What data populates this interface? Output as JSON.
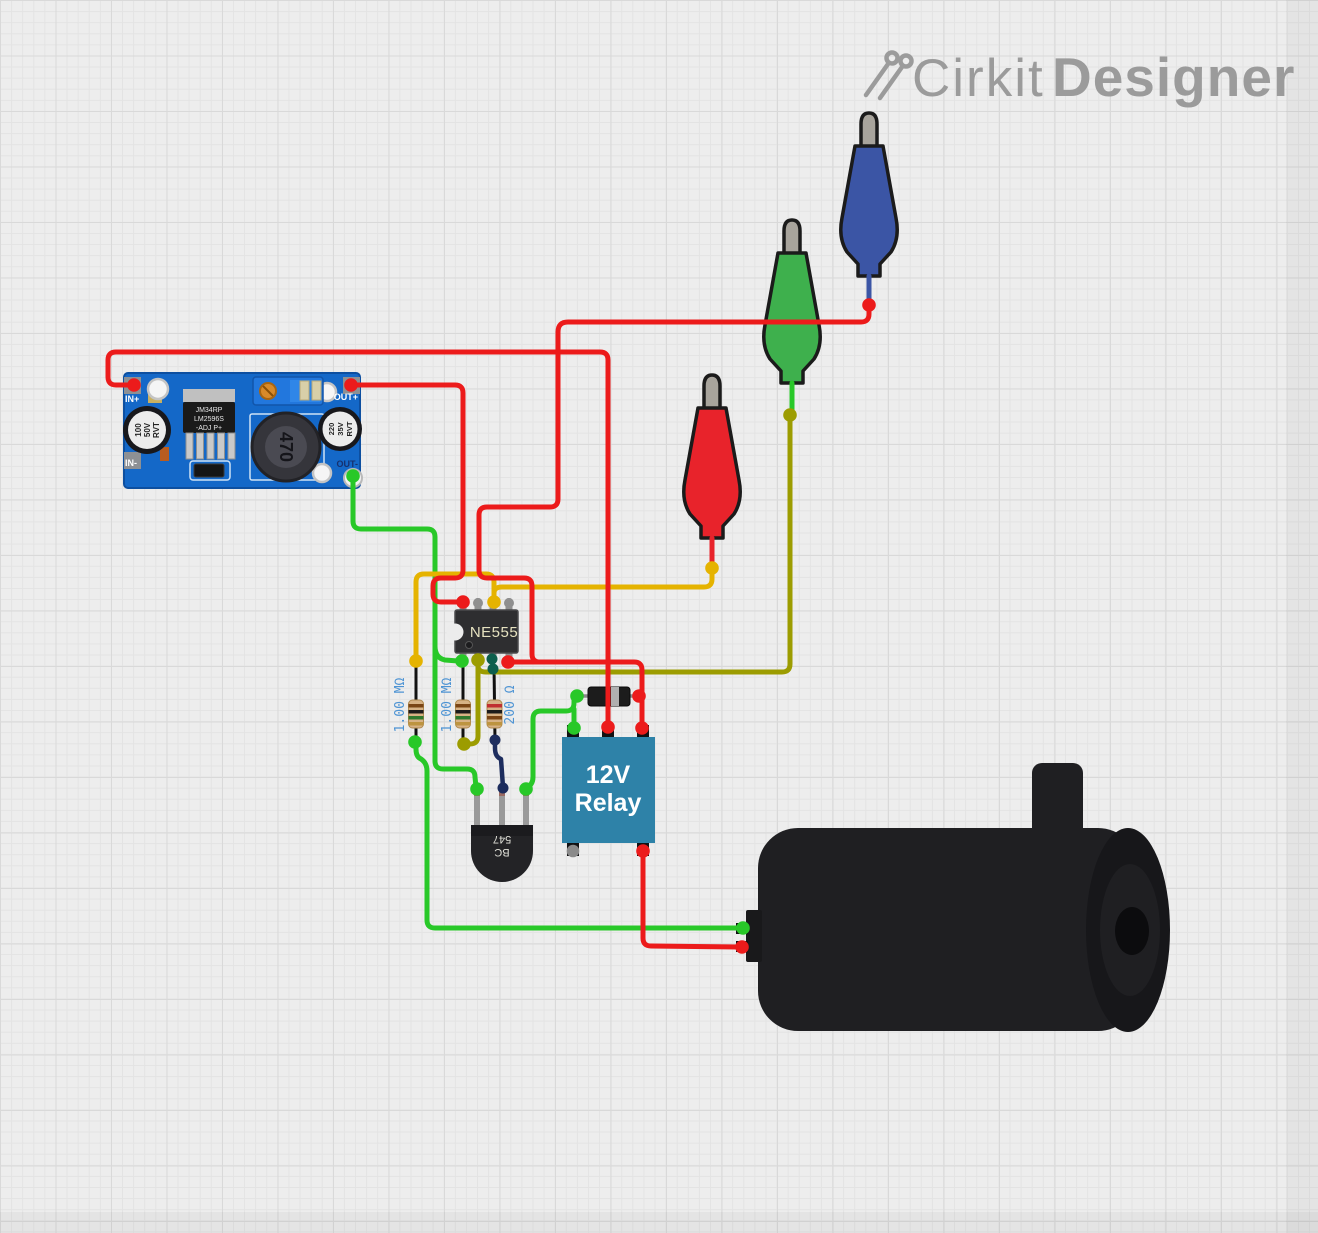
{
  "logo": {
    "brand": "Cirkit",
    "brand_bold": "Designer"
  },
  "buck_converter": {
    "pin_in_plus": "IN+",
    "pin_in_minus": "IN-",
    "pin_out_plus": "OUT+",
    "pin_out_minus": "OUT-",
    "chip_line1": "JM34RP",
    "chip_line2": "LM2596S",
    "chip_line3": "-ADJ P+",
    "cap_left": [
      "100",
      "50V",
      "RVT"
    ],
    "cap_right": [
      "220",
      "35V",
      "RVT"
    ],
    "inductor_label": "470"
  },
  "timer_ic": {
    "label": "NE555"
  },
  "resistors": [
    {
      "label": "1.00 MΩ"
    },
    {
      "label": "1.00 MΩ"
    },
    {
      "label": "200 Ω"
    }
  ],
  "transistor": {
    "line1": "BC",
    "line2": "547"
  },
  "relay": {
    "line1": "12V",
    "line2": "Relay"
  },
  "colors": {
    "wire_red": "#ec1b1b",
    "wire_green": "#28c828",
    "wire_yellow": "#e5b300",
    "wire_olive": "#9c9c00",
    "wire_navy": "#1d2d5e",
    "wire_teal": "#0d5f4d",
    "clip_blue": "#3b55a5",
    "clip_green": "#3eb04d",
    "clip_red": "#e8232b",
    "clip_tip_gray": "#a8a49c",
    "relay_blue": "#2e82a8",
    "board_blue": "#1468c8",
    "label_blue": "#4e94d4",
    "logo_gray": "#9b9b9b"
  }
}
